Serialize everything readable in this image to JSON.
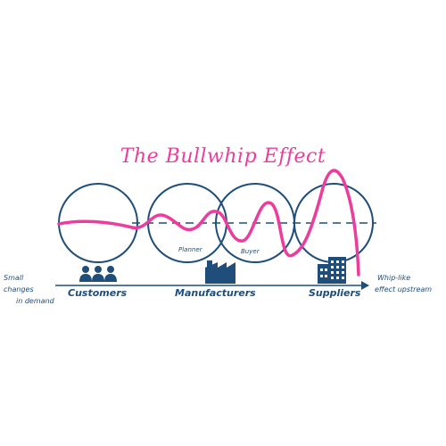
{
  "title": "The Bullwhip Effect",
  "left_note": {
    "line1": "Small changes",
    "line2": "in demand"
  },
  "right_note": {
    "line1": "Whip-like",
    "line2": "effect upstream"
  },
  "stages": {
    "customers": "Customers",
    "manufacturers": "Manufacturers",
    "suppliers": "Suppliers"
  },
  "roles": {
    "planner": "Planner",
    "buyer": "Buyer"
  },
  "colors": {
    "curve": "#ec3c9e",
    "ink": "#1f4e7a"
  },
  "icons": [
    "people-icon",
    "factory-icon",
    "building-icon"
  ]
}
